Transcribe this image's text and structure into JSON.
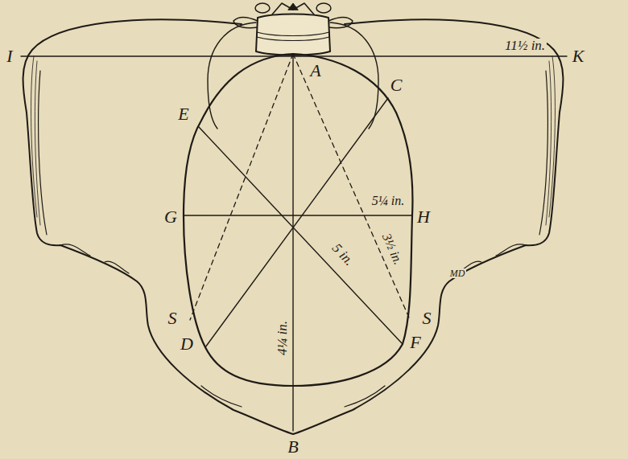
{
  "diagram": {
    "labels": [
      "I",
      "11½ in.",
      "K",
      "A",
      "E",
      "C",
      "G",
      "H",
      "5¼ in.",
      "3½ in.",
      "5 in.",
      "S",
      "D",
      "S",
      "F",
      "4¼ in.",
      "B",
      "MD"
    ]
  }
}
